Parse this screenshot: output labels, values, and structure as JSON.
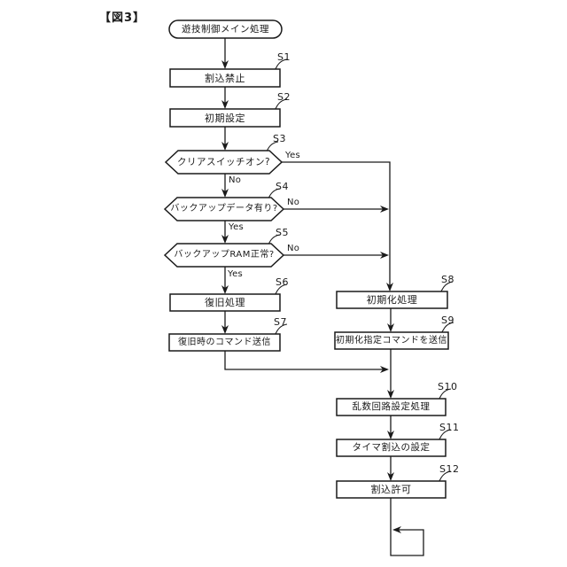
{
  "figure": {
    "caption": "【図3】"
  },
  "colors": {
    "ink": "#1a1a1a",
    "background": "#ffffff"
  },
  "nodes": {
    "start": {
      "label": "遊技制御メイン処理",
      "shape": "terminal"
    },
    "s1": {
      "step": "S1",
      "label": "割込禁止",
      "shape": "process"
    },
    "s2": {
      "step": "S2",
      "label": "初期設定",
      "shape": "process"
    },
    "s3": {
      "step": "S3",
      "label": "クリアスイッチオン?",
      "shape": "decision",
      "yes": "Yes",
      "no": "No"
    },
    "s4": {
      "step": "S4",
      "label": "バックアップデータ有り?",
      "shape": "decision",
      "yes": "Yes",
      "no": "No"
    },
    "s5": {
      "step": "S5",
      "label": "バックアップRAM正常?",
      "shape": "decision",
      "yes": "Yes",
      "no": "No"
    },
    "s6": {
      "step": "S6",
      "label": "復旧処理",
      "shape": "process"
    },
    "s7": {
      "step": "S7",
      "label": "復旧時のコマンド送信",
      "shape": "process"
    },
    "s8": {
      "step": "S8",
      "label": "初期化処理",
      "shape": "process"
    },
    "s9": {
      "step": "S9",
      "label": "初期化指定コマンドを送信",
      "shape": "process"
    },
    "s10": {
      "step": "S10",
      "label": "乱数回路設定処理",
      "shape": "process"
    },
    "s11": {
      "step": "S11",
      "label": "タイマ割込の設定",
      "shape": "process"
    },
    "s12": {
      "step": "S12",
      "label": "割込許可",
      "shape": "process"
    }
  }
}
